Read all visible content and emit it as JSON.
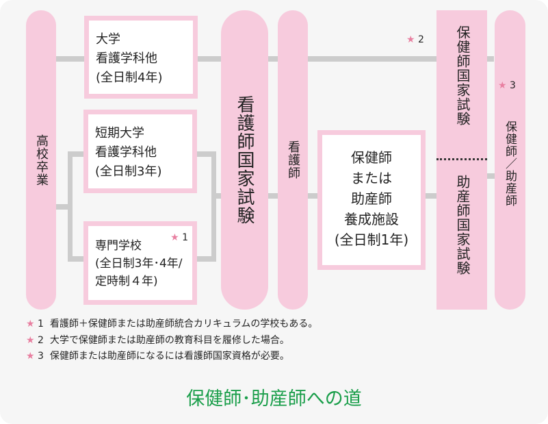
{
  "columns": {
    "high_school": "高校卒業",
    "nurse_exam": "看護師国家試験",
    "nurse": "看護師",
    "phn_exam": "保健師国家試験",
    "midwife_exam": "助産師国家試験",
    "phn_midwife": "保健師／助産師"
  },
  "boxes": {
    "university": [
      "大学",
      "看護学科他",
      "(全日制4年)"
    ],
    "junior_college": [
      "短期大学",
      "看護学科他",
      "(全日制3年)"
    ],
    "vocational": [
      "専門学校",
      "(全日制3年･4年/",
      "定時制４年)"
    ],
    "training": [
      "保健師",
      "または",
      "助産師",
      "養成施設",
      "(全日制1年)"
    ]
  },
  "markers": {
    "star": "★",
    "m1": "1",
    "m2": "2",
    "m3": "3"
  },
  "notes": [
    {
      "num": "1",
      "text": "看護師＋保健師または助産師統合カリキュラムの学校もある。"
    },
    {
      "num": "2",
      "text": "大学で保健師または助産師の教育科目を履修した場合。"
    },
    {
      "num": "3",
      "text": "保健師または助産師になるには看護師国家資格が必要。"
    }
  ],
  "title": "保健師･助産師への道",
  "colors": {
    "pink": "#f7cbdd",
    "line": "#cccccc",
    "star": "#e87fa0",
    "title": "#1a9e4a"
  }
}
